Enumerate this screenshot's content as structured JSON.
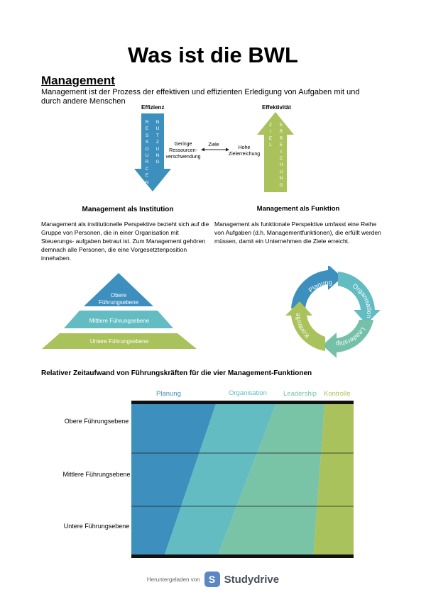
{
  "title": "Was ist die BWL",
  "section_heading": "Management",
  "definition": "Management ist der Prozess der effektiven und effizienten Erledigung von Aufgaben mit und durch andere Menschen",
  "diagram": {
    "left_label": "Effizienz",
    "right_label": "Effektivität",
    "left_arrow_letters": [
      "R",
      "E",
      "S",
      "S",
      "O",
      "U",
      "R",
      "C",
      "E",
      "N"
    ],
    "left_arrow_letters_2": [
      "N",
      "U",
      "T",
      "Z",
      "U",
      "N",
      "G"
    ],
    "right_arrow_letters": [
      "Z",
      "I",
      "E",
      "L"
    ],
    "right_arrow_letters_2": [
      "E",
      "R",
      "R",
      "E",
      "I",
      "C",
      "H",
      "U",
      "N",
      "G"
    ],
    "left_text": "Geringe Ressourcen-verschwendung",
    "middle_text": "Ziele",
    "right_text": "Hohe Zielerreichung",
    "colors": {
      "blue": "#3d8fbd",
      "green": "#a9c25c"
    }
  },
  "institution": {
    "title": "Management als Institution",
    "text": "Management als institutionelle Perspektive bezieht sich auf die Gruppe von Personen, die in einer Organisation mit Steuerungs- aufgaben betraut ist. Zum Management gehören demnach alle Personen, die eine Vorgesetztenposition innehaben."
  },
  "funktion": {
    "title": "Management als Funktion",
    "text": "Management als funktionale Perspektive umfasst eine Reihe von Aufgaben (d.h. Managementfunktionen), die erfüllt werden müssen, damit ein Unternehmen die Ziele erreicht."
  },
  "pyramid": {
    "top": "Obere Führungsebene",
    "middle": "Mittlere Führungsebene",
    "bottom": "Untere Führungsebene",
    "colors": {
      "top": "#3d8fbd",
      "middle": "#62bcc2",
      "bottom": "#a9c25c"
    }
  },
  "cycle": {
    "labels": [
      "Planung",
      "Organisation",
      "Leadership",
      "Kontrolle"
    ],
    "colors": [
      "#3d8fbd",
      "#62bcc2",
      "#74c0a8",
      "#a9c25c"
    ]
  },
  "chart": {
    "title": "Relativer Zeitaufwand von Führungskräften für die vier Management-Funktionen",
    "headers": [
      "Planung",
      "Organisation",
      "Leadership",
      "Kontrolle"
    ],
    "header_colors": [
      "#3d8fbd",
      "#62bcc2",
      "#79c3a6",
      "#a9c25c"
    ],
    "rows": [
      "Obere Führungsebene",
      "Mittlere Führungsebene",
      "Untere Führungsebene"
    ]
  },
  "chart_data": {
    "type": "area",
    "title": "Relativer Zeitaufwand von Führungskräften für die vier Management-Funktionen",
    "categories": [
      "Obere Führungsebene",
      "Mittlere Führungsebene",
      "Untere Führungsebene"
    ],
    "series": [
      {
        "name": "Planung",
        "values": [
          38,
          27,
          15
        ]
      },
      {
        "name": "Organisation",
        "values": [
          27,
          26,
          24
        ]
      },
      {
        "name": "Leadership",
        "values": [
          22,
          32,
          43
        ]
      },
      {
        "name": "Kontrolle",
        "values": [
          13,
          15,
          18
        ]
      }
    ]
  },
  "footer": {
    "prefix": "Heruntergeladen von",
    "brand": "Studydrive",
    "logo_letter": "S"
  }
}
